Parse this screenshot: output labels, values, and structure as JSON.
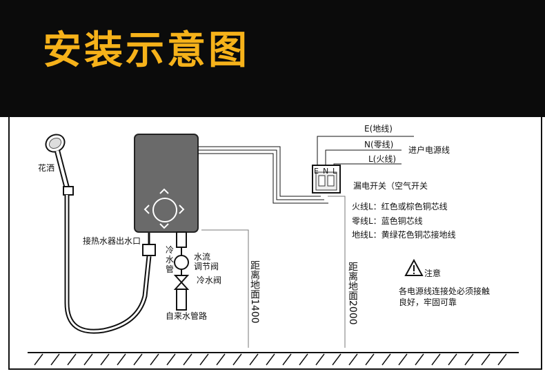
{
  "title": "安装示意图",
  "colors": {
    "title": "#f6b21a",
    "header_bg": "#0b0b0b",
    "heater_body": "#6a6a6a"
  },
  "labels": {
    "shower": "花洒",
    "outlet": "接热水器出水口",
    "cold_pipe_1": "冷",
    "cold_pipe_2": "水",
    "cold_pipe_3": "管",
    "flow_valve_1": "水流",
    "flow_valve_2": "调节阀",
    "cold_valve": "冷水阀",
    "tap_pipe": "自来水管路",
    "height_1400": "距离地面1400",
    "height_2000": "距离地面2000",
    "wire_e": "E(地线)",
    "wire_n": "N(零线)",
    "wire_l": "L(火线)",
    "power_line": "进户电源线",
    "terminal_e": "E",
    "terminal_n": "N",
    "terminal_l": "L",
    "breaker": "漏电开关（空气开关",
    "live": "火线L：红色或棕色铜芯线",
    "neutral": "零线L：蓝色铜芯线",
    "ground": "地线L：黄绿花色铜芯接地线",
    "caution": "注意",
    "caution_text": "各电源线连接处必须接触良好，牢固可靠"
  }
}
